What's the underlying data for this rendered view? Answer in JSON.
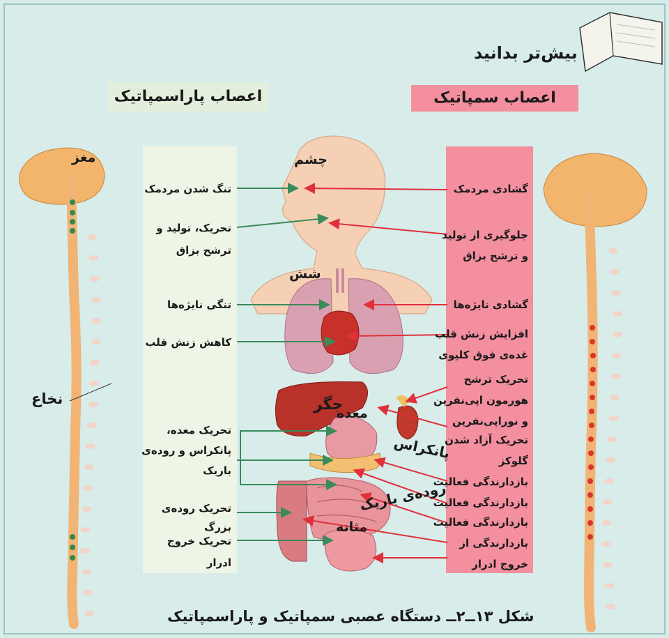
{
  "header": {
    "title": "بیش‌تر بدانید",
    "book_icon": "open-book-icon"
  },
  "columns": {
    "sympathetic": "اعصاب سمپاتیک",
    "parasympathetic": "اعصاب پاراسمپاتیک"
  },
  "sympathetic_effects": {
    "pupil": "گشادی مردمک",
    "saliva_1": "جلوگیری از تولید",
    "saliva_2": "و ترشح بزاق",
    "bronchi": "گشادی نایژه‌ها",
    "heart": "افزایش زنش قلب",
    "adrenal_label": "غده‌ی فوق کلیوی",
    "hormone_1": "تحریک ترشح",
    "hormone_2": "هورمون اپی‌نفرین",
    "hormone_3": "و نوراپی‌نفرین",
    "glucose_1": "تحریک آزاد شدن",
    "glucose_2": "گلوکز",
    "inhibit_1": "بازدارندگی فعالیت",
    "inhibit_2": "بازدارندگی فعالیت",
    "inhibit_3": "بازدارندگی فعالیت",
    "urine_1": "بازدارندگی از",
    "urine_2": "خروج ادرار"
  },
  "parasympathetic_effects": {
    "pupil": "تنگ شدن مردمک",
    "saliva_1": "تحریک، تولید و",
    "saliva_2": "ترشح بزاق",
    "bronchi": "تنگی نایژه‌ها",
    "heart": "کاهش زنش قلب",
    "digest_1": "تحریک معده،",
    "digest_2": "پانکراس و روده‌ی",
    "digest_3": "باریک",
    "colon_1": "تحریک روده‌ی",
    "colon_2": "بزرگ",
    "urine_1": "تحریک خروج",
    "urine_2": "ادرار"
  },
  "organs": {
    "eye": "چشم",
    "lung": "شش",
    "liver": "جگر",
    "stomach": "معده",
    "pancreas": "پانکراس",
    "small_intestine": "روده‌ی باریک",
    "bladder": "مثانه",
    "brain": "مغز",
    "spinal_cord": "نخاع"
  },
  "caption": "شکل ۱۳ــ۲ــ دستگاه عصبی سمپاتیک و پاراسمپاتیک",
  "colors": {
    "background": "#d8ecea",
    "sympathetic": "#f48fa0",
    "sympathetic_arrow": "#e0303a",
    "parasympathetic": "#e3efdd",
    "parasympathetic_arrow": "#3a8a5a"
  }
}
